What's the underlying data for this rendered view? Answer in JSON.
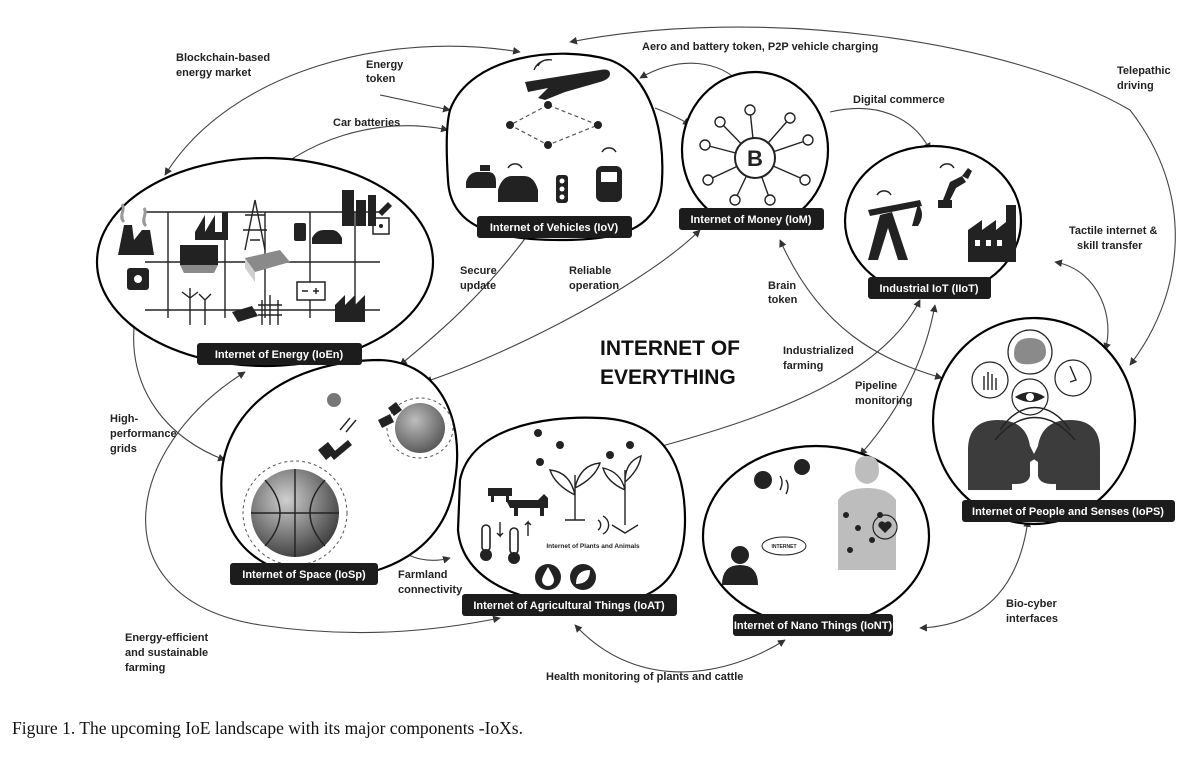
{
  "center_title": {
    "line1": "INTERNET OF",
    "line2": "EVERYTHING"
  },
  "components": {
    "ioen": "Internet of Energy (IoEn)",
    "iov": "Internet of Vehicles (IoV)",
    "iom": "Internet of Money (IoM)",
    "iiot": "Industrial IoT (IIoT)",
    "iops": "Internet of People and Senses (IoPS)",
    "iosp": "Internet of Space (IoSp)",
    "ioat": "Internet of Agricultural Things (IoAT)",
    "iont": "Internet of Nano Things (IoNT)"
  },
  "inner_labels": {
    "plants_animals": "Internet of Plants and Animals",
    "internet_badge": "INTERNET"
  },
  "links": {
    "blockchain": [
      "Blockchain-based",
      "energy market"
    ],
    "energy_token": [
      "Energy",
      "token"
    ],
    "car_batteries": [
      "Car batteries"
    ],
    "aero": [
      "Aero and battery token, P2P vehicle charging"
    ],
    "telepathic": [
      "Telepathic",
      "driving"
    ],
    "digital_commerce": [
      "Digital commerce"
    ],
    "tactile": [
      "Tactile internet &",
      "skill transfer"
    ],
    "secure_update": [
      "Secure",
      "update"
    ],
    "reliable_operation": [
      "Reliable",
      "operation"
    ],
    "brain_token": [
      "Brain",
      "token"
    ],
    "industrialized_farming": [
      "Industrialized",
      "farming"
    ],
    "pipeline_monitoring": [
      "Pipeline",
      "monitoring"
    ],
    "high_performance": [
      "High-",
      "performance",
      "grids"
    ],
    "farmland": [
      "Farmland",
      "connectivity"
    ],
    "energy_efficient": [
      "Energy-efficient",
      "and sustainable",
      "farming"
    ],
    "health_monitoring": [
      "Health monitoring of plants and cattle"
    ],
    "bio_cyber": [
      "Bio-cyber",
      "interfaces"
    ]
  },
  "caption": "Figure 1.  The upcoming IoE landscape with its major components -IoXs."
}
